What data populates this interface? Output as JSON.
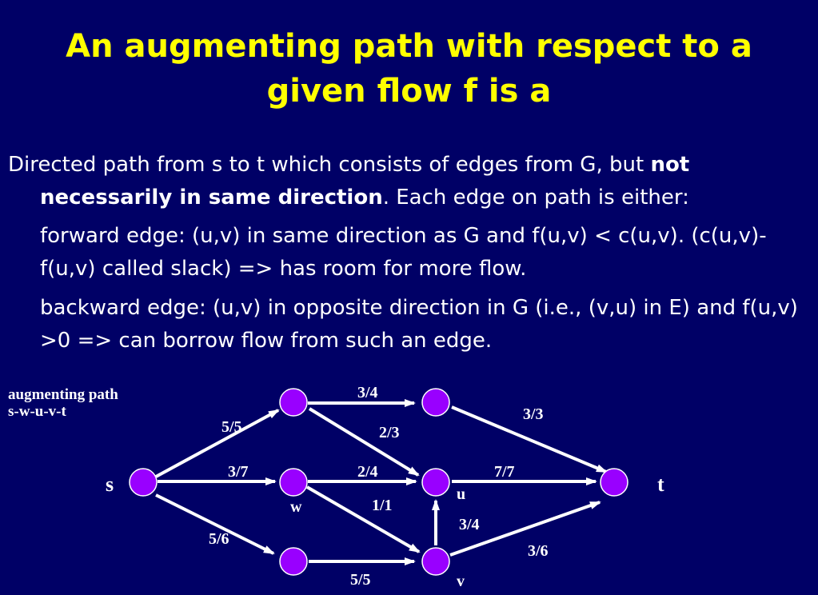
{
  "title": {
    "line1": "An augmenting path with respect to a",
    "line2": "given flow f  is a"
  },
  "definition": {
    "intro": "Directed path from s to t which consists of edges from G, but ",
    "emphasis": "not necessarily in same direction",
    "rest": ". Each edge on path is either:",
    "forward": "forward edge: (u,v) in same direction as G and f(u,v) < c(u,v). (c(u,v)-f(u,v) called slack)  => has room for more flow.",
    "backward": "backward edge: (u,v) in opposite direction in G (i.e., (v,u) in E) and f(u,v) >0 => can borrow flow from such an edge."
  },
  "legend": {
    "line1": "augmenting path",
    "line2": "s-w-u-v-t"
  },
  "nodes": {
    "s": "s",
    "t": "t",
    "u": "u",
    "v": "v",
    "w": "w"
  },
  "edges": {
    "s_a": "5/5",
    "s_w": "3/7",
    "s_c": "5/6",
    "a_b": "3/4",
    "a_u": "2/3",
    "w_u": "2/4",
    "w_v": "1/1",
    "c_v": "5/5",
    "b_t": "3/3",
    "u_t": "7/7",
    "v_u": "3/4",
    "v_t": "3/6"
  },
  "colors": {
    "background": "#000066",
    "title": "#ffff00",
    "text": "#ffffff",
    "node": "#9900ff"
  }
}
